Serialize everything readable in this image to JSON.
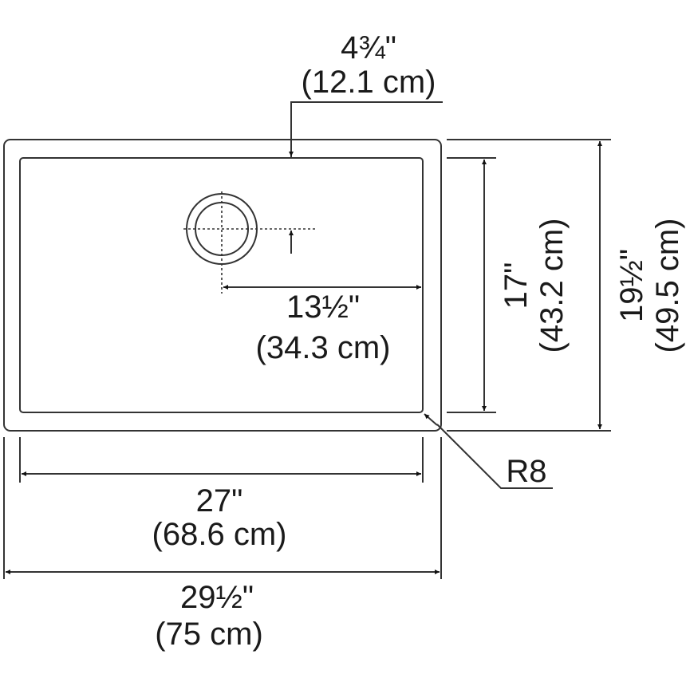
{
  "dimensions": {
    "drain_offset_top": {
      "imperial": "4¾\"",
      "metric": "(12.1 cm)"
    },
    "drain_offset_side": {
      "imperial": "13½\"",
      "metric": "(34.3 cm)"
    },
    "inner_depth": {
      "imperial": "17\"",
      "metric": "(43.2 cm)"
    },
    "outer_depth": {
      "imperial": "19½\"",
      "metric": "(49.5 cm)"
    },
    "inner_width": {
      "imperial": "27\"",
      "metric": "(68.6 cm)"
    },
    "outer_width": {
      "imperial": "29½\"",
      "metric": "(75 cm)"
    },
    "corner_radius": {
      "label": "R8"
    }
  }
}
